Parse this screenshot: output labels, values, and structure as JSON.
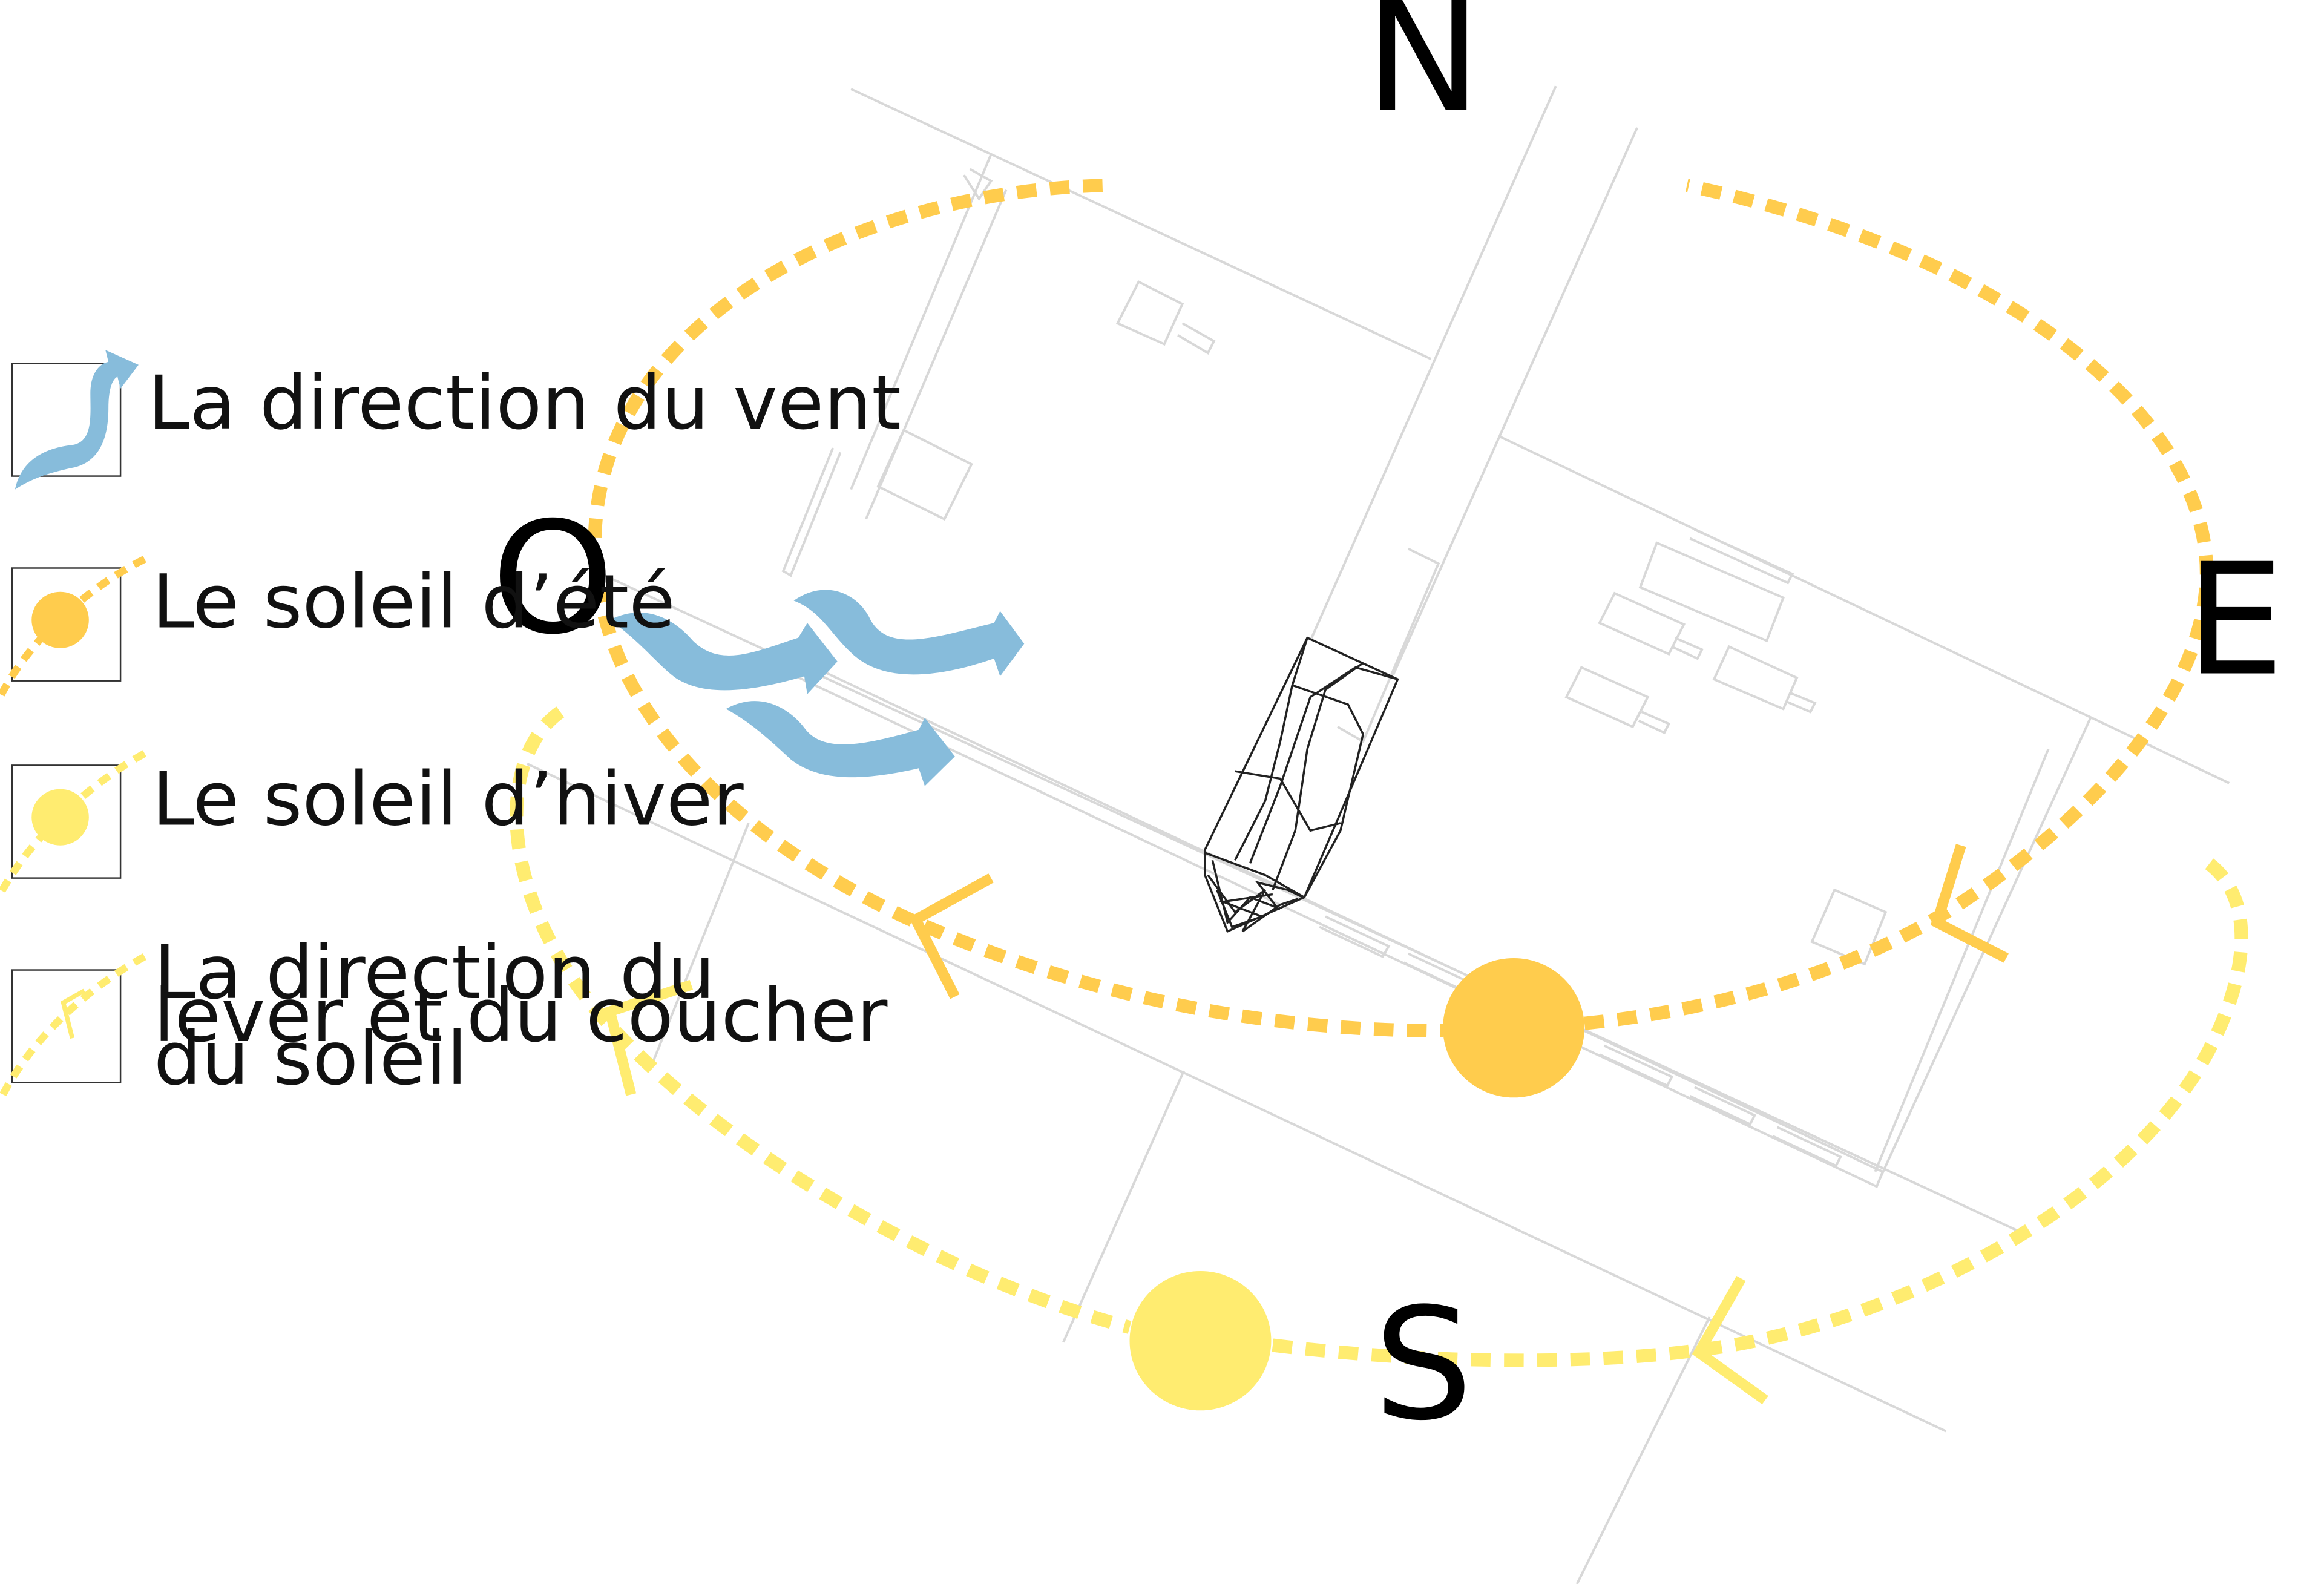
{
  "compass": {
    "north": "N",
    "south": "S",
    "east": "E",
    "west": "O"
  },
  "legend": {
    "wind": "La direction du vent",
    "summer_sun": "Le soleil d’été",
    "winter_sun": "Le soleil d’hiver",
    "sunrise_sunset": [
      "La direction du",
      "lever et du coucher",
      "du soleil"
    ]
  },
  "colors": {
    "summer_sun": "#FFCC4D",
    "winter_sun": "#FFEC70",
    "wind": "#87BCDB",
    "site_lines": "#D5D5D5",
    "building_wireframe": "#222222"
  },
  "icons": {
    "wind": "wind-arrow-icon",
    "summer_sun": "summer-sun-icon",
    "winter_sun": "winter-sun-icon",
    "sun_direction": "sun-direction-chevron-icon"
  }
}
